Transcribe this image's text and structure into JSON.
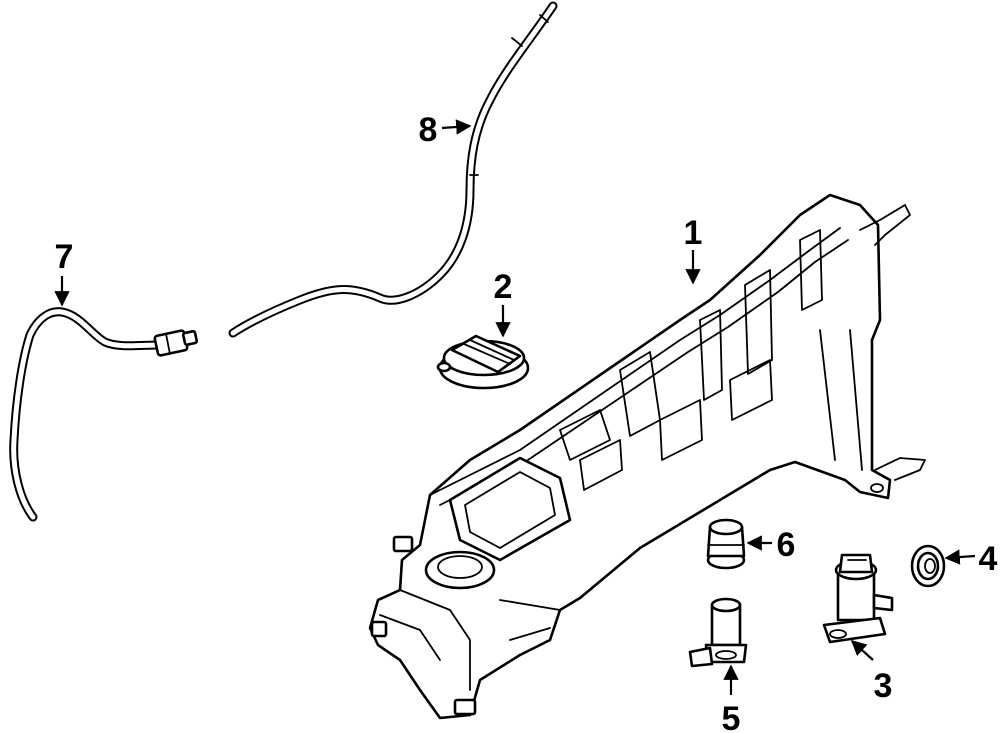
{
  "diagram": {
    "callouts": [
      {
        "id": "1",
        "label": "1",
        "part": "washer-reservoir"
      },
      {
        "id": "2",
        "label": "2",
        "part": "reservoir-cap"
      },
      {
        "id": "3",
        "label": "3",
        "part": "washer-pump"
      },
      {
        "id": "4",
        "label": "4",
        "part": "pump-grommet"
      },
      {
        "id": "5",
        "label": "5",
        "part": "level-sensor"
      },
      {
        "id": "6",
        "label": "6",
        "part": "sensor-grommet"
      },
      {
        "id": "7",
        "label": "7",
        "part": "washer-hose-rear"
      },
      {
        "id": "8",
        "label": "8",
        "part": "washer-hose-front"
      }
    ],
    "colors": {
      "line": "#000000",
      "fill": "#ffffff",
      "background": "#ffffff"
    }
  }
}
